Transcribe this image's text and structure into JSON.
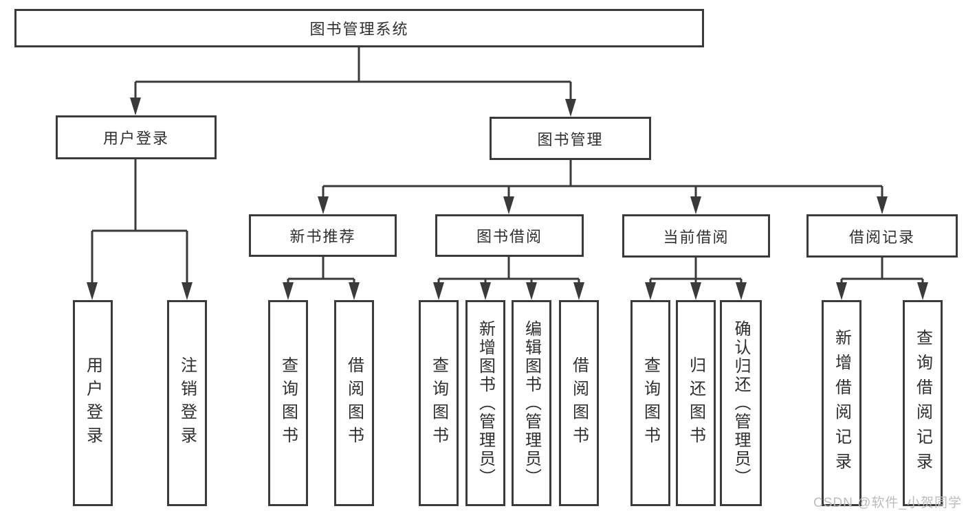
{
  "tree": {
    "root": {
      "label": "图书管理系统",
      "children": [
        {
          "label": "用户登录",
          "children": [
            {
              "label": "用户登录"
            },
            {
              "label": "注销登录"
            }
          ]
        },
        {
          "label": "图书管理",
          "children": [
            {
              "label": "新书推荐",
              "children": [
                {
                  "label": "查询图书"
                },
                {
                  "label": "借阅图书"
                }
              ]
            },
            {
              "label": "图书借阅",
              "children": [
                {
                  "label": "查询图书"
                },
                {
                  "label": "新增图书（管理员）"
                },
                {
                  "label": "编辑图书（管理员）"
                },
                {
                  "label": "借阅图书"
                }
              ]
            },
            {
              "label": "当前借阅",
              "children": [
                {
                  "label": "查询图书"
                },
                {
                  "label": "归还图书"
                },
                {
                  "label": "确认归还（管理员）"
                }
              ]
            },
            {
              "label": "借阅记录",
              "children": [
                {
                  "label": "新增借阅记录"
                },
                {
                  "label": "查询借阅记录"
                }
              ]
            }
          ]
        }
      ]
    }
  },
  "watermark": {
    "text": "CSDN @软件_小贺同学"
  },
  "colors": {
    "line": "#3a3a3a",
    "box_border": "#3a3a3a",
    "box_fill": "#ffffff",
    "text": "#2f2f2f",
    "watermark": "#bcbcbc",
    "background": "#ffffff"
  }
}
